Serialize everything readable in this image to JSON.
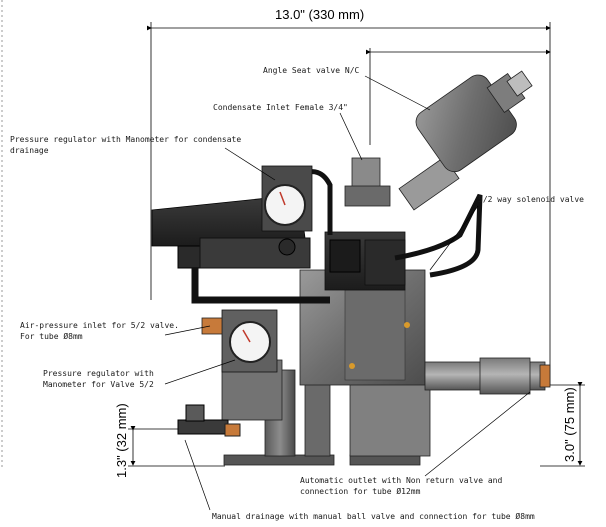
{
  "dimensions": {
    "width": "13.0\" (330 mm)",
    "height_right": "3.0\" (75 mm)",
    "height_left": "1.3\" (32 mm)"
  },
  "labels": {
    "angle_seat_valve": "Angle Seat valve N/C",
    "condensate_inlet": "Condensate Inlet Female 3/4\"",
    "pressure_reg_condensate_l1": "Pressure regulator with Manometer for condensate",
    "pressure_reg_condensate_l2": "drainage",
    "solenoid_valve": "5/2 way solenoid valve",
    "air_inlet_l1": "Air-pressure inlet for 5/2 valve.",
    "air_inlet_l2": "For tube Ø8mm",
    "pressure_reg_valve_l1": "Pressure regulator with",
    "pressure_reg_valve_l2": "Manometer for Valve 5/2",
    "auto_outlet_l1": "Automatic outlet with Non return valve and",
    "auto_outlet_l2": "connection for tube Ø12mm",
    "manual_drain": "Manual drainage with manual ball valve and connection for tube Ø8mm"
  }
}
